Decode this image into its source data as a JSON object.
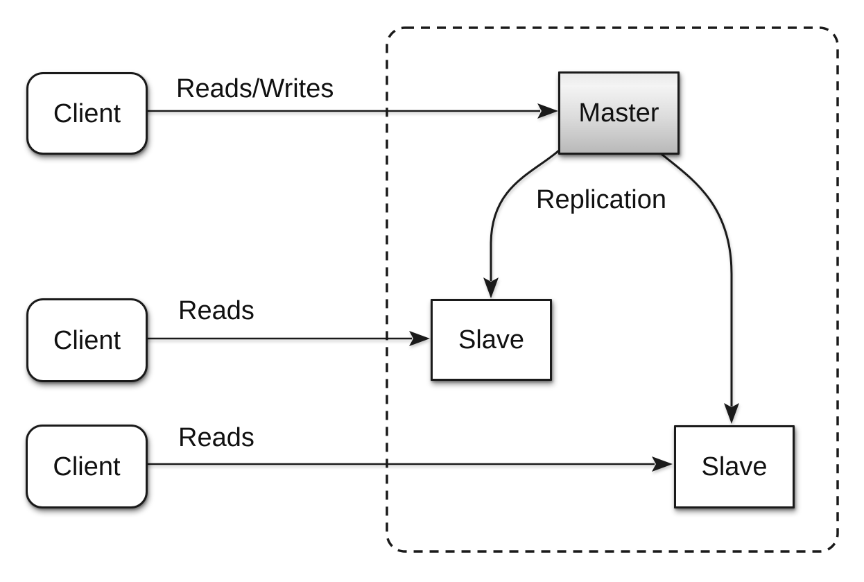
{
  "diagram": {
    "kind": "master-slave-replication",
    "background": "#ffffff",
    "colors": {
      "node_border": "#1a1a1a",
      "node_fill": "#ffffff",
      "master_fill_top": "#f4f4f4",
      "master_fill_bottom": "#b9b9b9",
      "line": "#1a1a1a",
      "text": "#111111"
    },
    "nodes": {
      "client1": {
        "label": "Client",
        "shape": "rounded-rect"
      },
      "client2": {
        "label": "Client",
        "shape": "rounded-rect"
      },
      "client3": {
        "label": "Client",
        "shape": "rounded-rect"
      },
      "master": {
        "label": "Master",
        "shape": "rect-gradient"
      },
      "slave1": {
        "label": "Slave",
        "shape": "rect"
      },
      "slave2": {
        "label": "Slave",
        "shape": "rect"
      }
    },
    "edges": {
      "client1_to_master": {
        "label": "Reads/Writes",
        "from": "client1",
        "to": "master"
      },
      "client2_to_slave1": {
        "label": "Reads",
        "from": "client2",
        "to": "slave1"
      },
      "client3_to_slave2": {
        "label": "Reads",
        "from": "client3",
        "to": "slave2"
      },
      "master_to_slaves": {
        "label": "Replication",
        "from": "master",
        "to": "slave1, slave2"
      }
    },
    "boundary": {
      "style": "dashed",
      "contains": "master, slave1, slave2"
    }
  }
}
